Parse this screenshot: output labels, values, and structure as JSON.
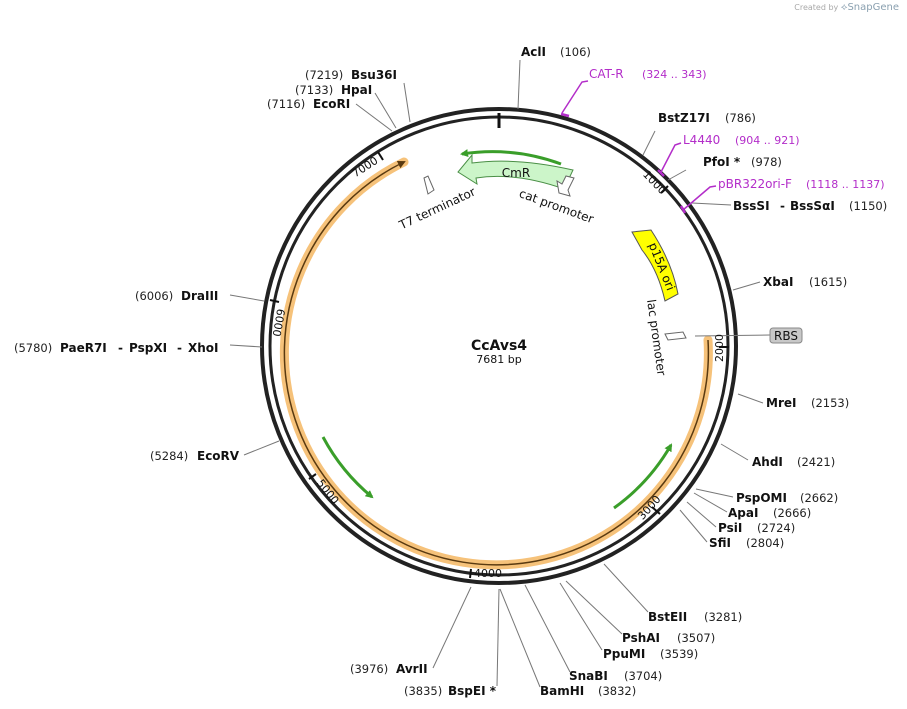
{
  "watermark": {
    "prefix": "Created by",
    "brand": "SnapGene"
  },
  "plasmid": {
    "name": "CcAvs4",
    "size_label": "7681 bp",
    "length": 7681
  },
  "ticks": [
    "1000",
    "2000",
    "3000",
    "4000",
    "5000",
    "6000",
    "7000"
  ],
  "sites": [
    {
      "name": "AclI",
      "pos": "(106)"
    },
    {
      "name": "BstZ17I",
      "pos": "(786)"
    },
    {
      "name": "PfoI *",
      "pos": "(978)"
    },
    {
      "name": "BssSI",
      "name2": "BssSαI",
      "pos": "(1150)"
    },
    {
      "name": "XbaI",
      "pos": "(1615)"
    },
    {
      "name": "MreI",
      "pos": "(2153)"
    },
    {
      "name": "AhdI",
      "pos": "(2421)"
    },
    {
      "name": "PspOMI",
      "pos": "(2662)"
    },
    {
      "name": "ApaI",
      "pos": "(2666)"
    },
    {
      "name": "PsiI",
      "pos": "(2724)"
    },
    {
      "name": "SfiI",
      "pos": "(2804)"
    },
    {
      "name": "BstEII",
      "pos": "(3281)"
    },
    {
      "name": "PshAI",
      "pos": "(3507)"
    },
    {
      "name": "PpuMI",
      "pos": "(3539)"
    },
    {
      "name": "SnaBI",
      "pos": "(3704)"
    },
    {
      "name": "BamHI",
      "pos": "(3832)"
    },
    {
      "name": "BspEI *",
      "pos": "(3835)"
    },
    {
      "name": "AvrII",
      "pos": "(3976)"
    },
    {
      "name": "EcoRV",
      "pos": "(5284)"
    },
    {
      "name": "PaeR7I",
      "name2": "PspXI",
      "name3": "XhoI",
      "pos": "(5780)"
    },
    {
      "name": "DraIII",
      "pos": "(6006)"
    },
    {
      "name": "EcoRI",
      "pos": "(7116)"
    },
    {
      "name": "HpaI",
      "pos": "(7133)"
    },
    {
      "name": "Bsu36I",
      "pos": "(7219)"
    }
  ],
  "primers": [
    {
      "name": "CAT-R",
      "range": "(324 .. 343)"
    },
    {
      "name": "L4440",
      "range": "(904 .. 921)"
    },
    {
      "name": "pBR322ori-F",
      "range": "(1118 .. 1137)"
    }
  ],
  "features": {
    "cmr": "CmR",
    "p15a": "p15A ori",
    "t7": "T7 terminator",
    "cat_promoter": "cat promoter",
    "lac_promoter": "lac promoter",
    "rbs": "RBS"
  },
  "colors": {
    "backbone": "#222222",
    "primer": "#b32dc9",
    "cmr_fill": "#ccf5c9",
    "cmr_stroke": "#4a8f46",
    "p15a_fill": "#ffff00",
    "orf_arrow": "#3a9e2a",
    "orange_band": "#f6c27a",
    "rbs_fill": "#c8c8c8"
  }
}
